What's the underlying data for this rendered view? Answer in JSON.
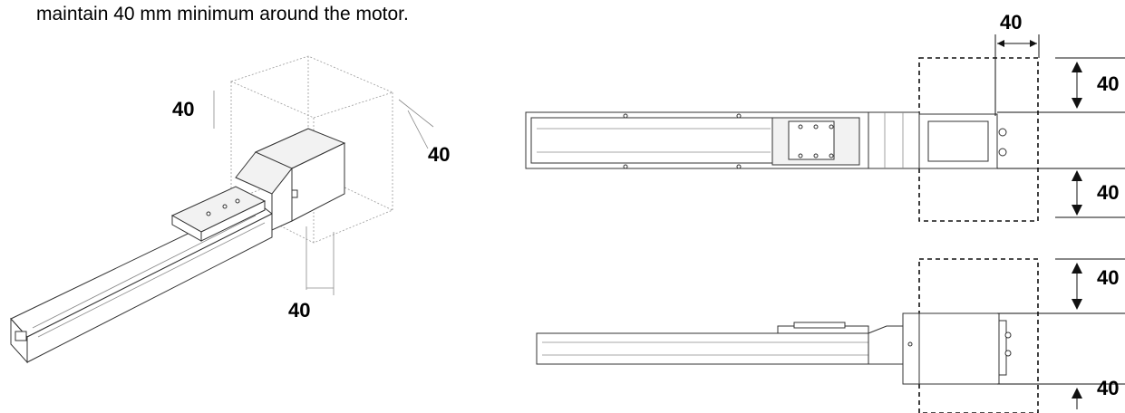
{
  "instruction": "maintain 40 mm minimum around the motor.",
  "iso_view": {
    "dim_top": "40",
    "dim_right": "40",
    "dim_bottom": "40"
  },
  "top_view": {
    "dim_width": "40",
    "dim_upper": "40",
    "dim_lower": "40"
  },
  "side_view": {
    "dim_upper": "40",
    "dim_lower": "40"
  },
  "colors": {
    "clearance_fill_top": "#eeeeee",
    "clearance_fill_side": "#dcdcdc",
    "line": "#111111"
  }
}
